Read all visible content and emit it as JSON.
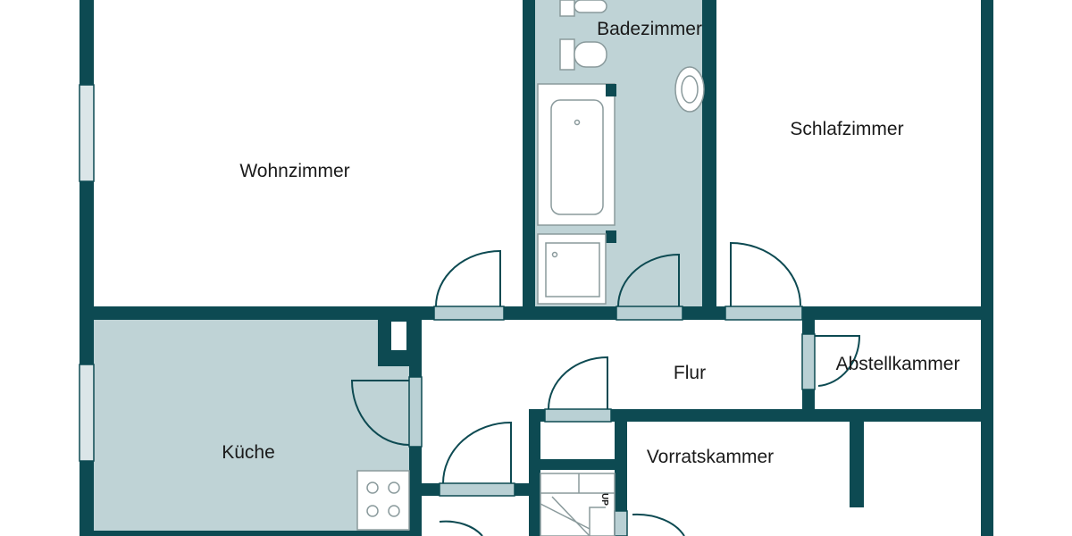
{
  "colors": {
    "wall": "#0d4a52",
    "wet_room_fill": "#bfd3d6",
    "dry_room_fill": "#ffffff",
    "door_leaf": "#b9d0d4"
  },
  "rooms": {
    "wohnzimmer": {
      "label": "Wohnzimmer"
    },
    "badezimmer": {
      "label": "Badezimmer"
    },
    "schlafzimmer": {
      "label": "Schlafzimmer"
    },
    "kueche": {
      "label": "Küche"
    },
    "flur": {
      "label": "Flur"
    },
    "abstellkammer": {
      "label": "Abstellkammer"
    },
    "vorratskammer": {
      "label": "Vorratskammer"
    }
  },
  "symbols": {
    "stairs_marker": "UP"
  }
}
